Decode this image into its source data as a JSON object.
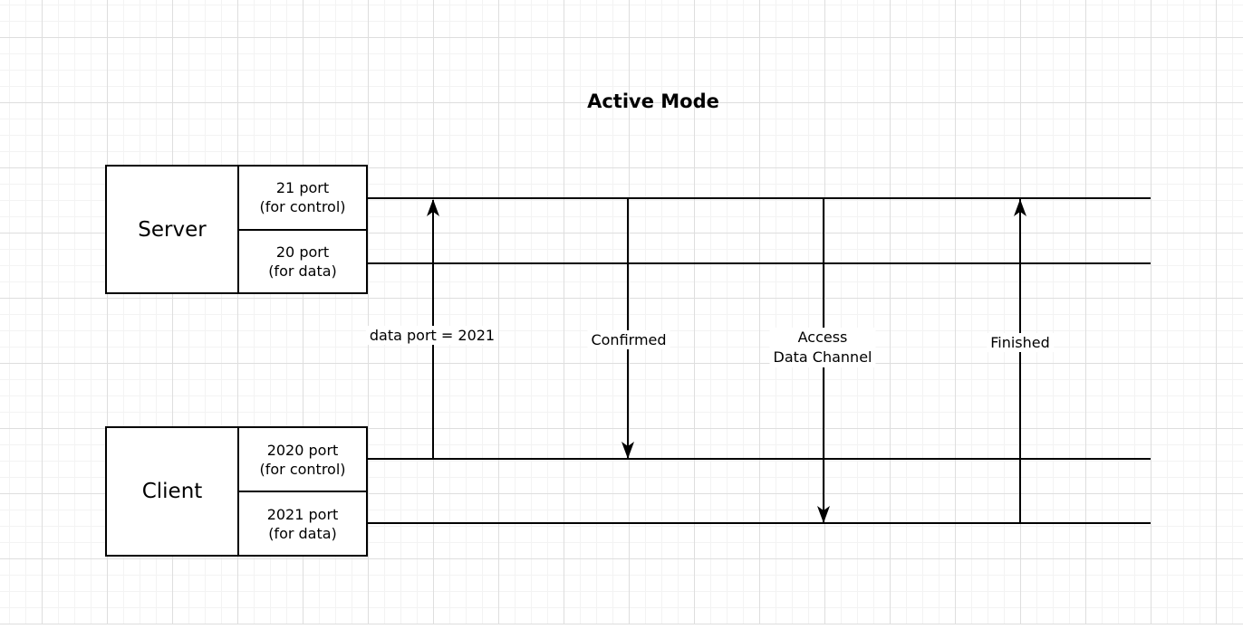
{
  "title": "Active Mode",
  "server": {
    "label": "Server",
    "ports": [
      {
        "name": "21 port",
        "desc": "(for control)"
      },
      {
        "name": "20 port",
        "desc": "(for data)"
      }
    ]
  },
  "client": {
    "label": "Client",
    "ports": [
      {
        "name": "2020 port",
        "desc": "(for control)"
      },
      {
        "name": "2021 port",
        "desc": "(for data)"
      }
    ]
  },
  "messages": {
    "data_port": "data port = 2021",
    "confirmed": "Confirmed",
    "access_line1": "Access",
    "access_line2": "Data Channel",
    "finished": "Finished"
  },
  "colors": {
    "stroke": "#000000",
    "background": "#ffffff",
    "grid_minor": "#f3f3f3",
    "grid_major": "#dedede"
  }
}
